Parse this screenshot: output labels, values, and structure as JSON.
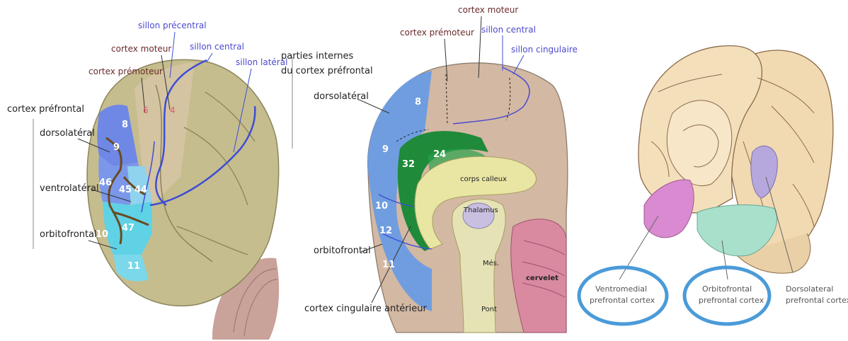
{
  "panel1": {
    "labels": {
      "prefrontal": "cortex préfrontal",
      "dorsolateral": "dorsolatéral",
      "ventrolateral": "ventrolatéral",
      "orbitofrontal": "orbitofrontal",
      "premotor": "cortex prémoteur",
      "motor": "cortex moteur",
      "precentral": "sillon précentral",
      "central": "sillon central",
      "lateral": "sillon latéral"
    },
    "areas": [
      "8",
      "9",
      "46",
      "45",
      "44",
      "10",
      "47",
      "11",
      "6",
      "4"
    ]
  },
  "panel2": {
    "labels": {
      "internal_line1": "parties internes",
      "internal_line2": "du cortex préfrontal",
      "dorsolateral": "dorsolatéral",
      "orbitofrontal": "orbitofrontal",
      "acc": "cortex cingulaire antérieur",
      "premotor": "cortex prémoteur",
      "motor": "cortex moteur",
      "central": "sillon central",
      "cingulate": "sillon cingulaire",
      "corpus": "corps calleux",
      "thalamus": "Thalamus",
      "mes": "Més.",
      "pont": "Pont",
      "cervelet": "cervelet"
    },
    "areas": [
      "8",
      "9",
      "32",
      "24",
      "10",
      "12",
      "11"
    ]
  },
  "panel3": {
    "labels": {
      "vm_line1": "Ventromedial",
      "vm_line2": "prefrontal cortex",
      "of_line1": "Orbitofrontal",
      "of_line2": "prefrontal cortex",
      "dl_line1": "Dorsolateral",
      "dl_line2": "prefrontal cortex"
    }
  },
  "colors": {
    "dorsolateral_blue": "#6f88e6",
    "ventrolateral_light": "#8fd3ee",
    "orbitofrontal_cyan": "#5fd2e6",
    "acc_green": "#1f8a3a",
    "brain_tan": "#c8bf92",
    "vm_pink": "#d98ad0",
    "of_teal": "#a9e0cc",
    "dl_lavender": "#b6a8dc",
    "ring_blue": "#4a9bd8"
  }
}
